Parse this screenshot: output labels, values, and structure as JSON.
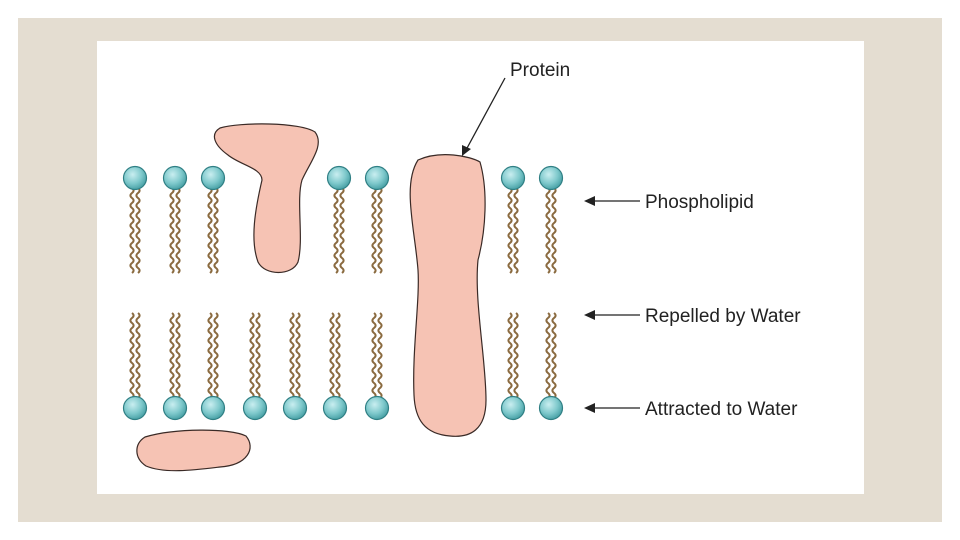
{
  "diagram": {
    "labels": {
      "protein": "Protein",
      "phospholipid": "Phospholipid",
      "repelled": "Repelled by Water",
      "attracted": "Attracted to Water"
    },
    "colors": {
      "background_frame": "#e4ddd1",
      "panel": "#ffffff",
      "head_fill": "#7fc9cc",
      "head_stroke": "#2f7f84",
      "tail": "#8a6a3f",
      "protein": "#f6c3b4"
    }
  }
}
